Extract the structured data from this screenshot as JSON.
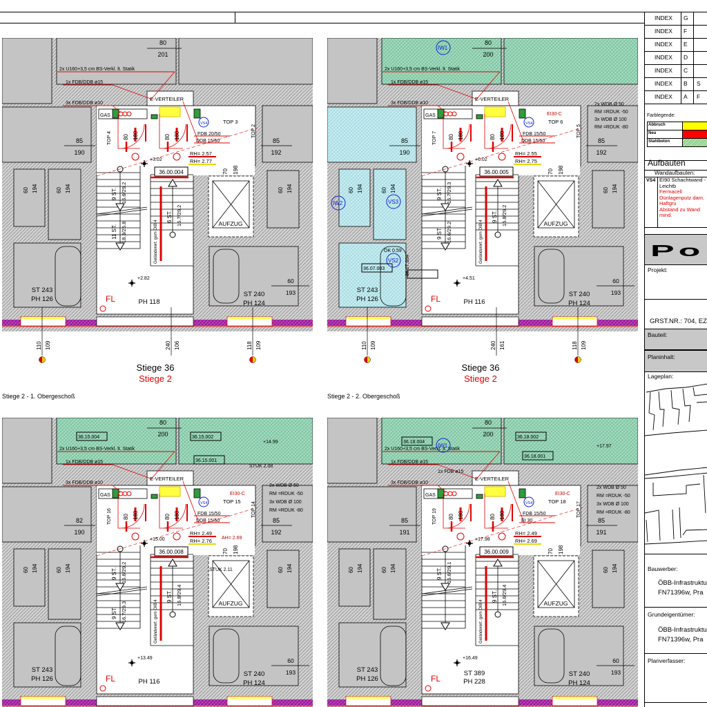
{
  "title_block": {
    "index_rows": [
      {
        "label": "INDEX",
        "letter": "G",
        "text": ""
      },
      {
        "label": "INDEX",
        "letter": "F",
        "text": ""
      },
      {
        "label": "INDEX",
        "letter": "E",
        "text": ""
      },
      {
        "label": "INDEX",
        "letter": "D",
        "text": ""
      },
      {
        "label": "INDEX",
        "letter": "C",
        "text": ""
      },
      {
        "label": "INDEX",
        "letter": "B",
        "text": "S"
      },
      {
        "label": "INDEX",
        "letter": "A",
        "text": "F"
      }
    ],
    "color_legend": {
      "title": "Farblegende:",
      "items": [
        {
          "label": "Abbruch",
          "color": "#ffff00"
        },
        {
          "label": "Neu",
          "color": "#ff0000"
        },
        {
          "label": "Stahlbeton",
          "color": "#8fd08f"
        }
      ]
    },
    "aufbauten": {
      "title": "Aufbauten",
      "subtitle": "Wandaufbauten:",
      "code": "VS4",
      "line1": "EI90 Schachtwand - Leichtb",
      "red_lines": [
        "Fermacell",
        "Dünlagenputz dam. Haftgru",
        "Abstand zu Wand mind."
      ]
    },
    "logo": "Po",
    "projekt_label": "Projekt:",
    "grst": "GRST.NR.: 704, EZ",
    "bauteil_label": "Bauteil:",
    "planinhalt_label": "Planinhalt:",
    "lageplan_label": "Lageplan:",
    "bauwerber_label": "Bauwerber:",
    "bauwerber_lines": [
      "ÖBB-Infrastruktu",
      "FN71396w, Pra"
    ],
    "grundeigentuemer_label": "Grundeigentümer:",
    "grundeigentuemer_lines": [
      "ÖBB-Infrastruktu",
      "FN71396w, Pra"
    ],
    "planverfasser_label": "Planverfasser:"
  },
  "common": {
    "beam": "2x U160+3,5 cm BS-Verkl. lt. Statik",
    "fdb15": "1x FDB/DDB ø15",
    "fdb10": "3x FDB/DDB ø10",
    "verteiler": "E-VERTEILER",
    "gas": "GAS",
    "vs4": "VS4",
    "aufzug": "AUFZUG",
    "fl": "FL",
    "railing": "Geländerert. gem OIB 4",
    "apt_left": [
      "ST 243",
      "PH 126"
    ],
    "apt_right": [
      "ST 240",
      "PH 124"
    ],
    "door_left": [
      "85",
      "190"
    ],
    "door_right": [
      "85",
      "192"
    ],
    "wc": [
      "60",
      "194"
    ],
    "bath": [
      "60",
      "193"
    ],
    "lift_door": [
      "70",
      "198"
    ],
    "doors_hall": [
      "80",
      "180"
    ],
    "stiege_old": "Stiege 36",
    "stiege_new": "Stiege 2"
  },
  "plans": [
    {
      "caption": "Stiege 2 - 1. Obergeschoß",
      "stair_room": [
        "PH 118"
      ],
      "level_hall": "+3.02",
      "level_stair": "+2.82",
      "room_code": "36.00.004",
      "rh": [
        "RH= 2.57",
        "RH= 2.77"
      ],
      "top_left": "TOP 4",
      "top_upper": "TOP 3",
      "top_right": "TOP 2",
      "shaft": [
        "FDB 20/50",
        "DDB 15/50"
      ],
      "flights": [
        [
          "9 ST.",
          "16.6/29.2"
        ],
        [
          "11 ST.",
          "18.3/25.8"
        ],
        [
          "6 ST.",
          "16.7/29.2"
        ]
      ],
      "dims": [
        [
          "110",
          "109"
        ],
        [
          "240",
          "106"
        ],
        [
          "118",
          "109"
        ]
      ],
      "upper_door": [
        "80",
        "201"
      ],
      "extras": [],
      "green": false,
      "cyan": false
    },
    {
      "caption": "Stiege 2 - 2. Obergeschoß",
      "stair_room": [
        "PH 116"
      ],
      "level_hall": "+6.02",
      "level_stair": "+4.51",
      "room_code": "36.00.005",
      "rh": [
        "RH= 2.55",
        "RH= 2.75"
      ],
      "top_left": "TOP 7",
      "top_upper": "TOP 6",
      "top_right": "TOP 5",
      "shaft": [
        "FDB 15/50",
        "DDB 15/50"
      ],
      "flights": [
        [
          "9 ST.",
          "16.7/29.3"
        ],
        [
          "9 ST.",
          "16.6/29.2"
        ],
        [
          "9 ST.",
          "16.8/29.2"
        ]
      ],
      "dims": [
        [
          "110",
          "109"
        ],
        [
          "240",
          "161"
        ],
        [
          "118",
          "109"
        ]
      ],
      "upper_door": [
        "80",
        "200"
      ],
      "extras": [
        "2x WDB Ø 50",
        "RM =RDUK -50",
        "3x WDB Ø 100",
        "RM =RDUK -80",
        "IW2",
        "VS3",
        "VS2",
        "OK 0.59",
        "36.07.004",
        "36.07.003",
        "IW1",
        "EI30-C"
      ],
      "green": true,
      "cyan": true
    },
    {
      "stair_room": [
        "PH 116"
      ],
      "level_hall": "+15.00",
      "level_stair": "+13.49",
      "room_code": "36.00.008",
      "rh": [
        "RH= 2.49",
        "RH= 2.76"
      ],
      "top_left": "TOP 16",
      "top_upper": "TOP 15",
      "top_right": "TOP 14",
      "shaft": [
        "FDB 15/50",
        "DDB 15/50"
      ],
      "flights": [
        [
          "9 ST.",
          "16.6/29.2"
        ],
        [
          "9 ST.",
          "16.7/29.3"
        ],
        [
          "9 ST.",
          "16.8/29.4"
        ]
      ],
      "upper_door": [
        "80",
        "200"
      ],
      "extras": [
        "2x WDB Ø 50",
        "RM =RDUK -50",
        "3x WDB Ø 100",
        "RM =RDUK -80",
        "AH= 2.69",
        "STUK 2.08",
        "STUK 2.11",
        "36.15.004",
        "36.15.001",
        "36.15.002",
        "+14.99",
        "EI30-C"
      ],
      "door_left_override": [
        "82",
        "190"
      ],
      "green": true,
      "cyan": false
    },
    {
      "stair_room": [
        "ST 389",
        "PH 228"
      ],
      "level_hall": "+17.98",
      "level_stair": "+16.49",
      "room_code": "36.00.009",
      "rh": [
        "RH= 2.49",
        "RH= 2.69"
      ],
      "top_left": "TOP 19",
      "top_upper": "TOP 18",
      "top_right": "TOP 17",
      "shaft": [
        "FDB 15/50",
        "EI 30"
      ],
      "flights": [
        [
          "9 ST.",
          "16.6/29.1"
        ],
        [
          "",
          ""
        ],
        [
          "9 ST.",
          "16.6/29.4"
        ]
      ],
      "upper_door": [
        "80",
        "200"
      ],
      "extras": [
        "2x WDB Ø 50",
        "RM =RDUK -50",
        "3x WDB Ø 100",
        "RM =RDUK -80",
        "IW1",
        "36.18.004",
        "36.18.001",
        "36.18.002",
        "+17.97",
        "EI30-C",
        "1x FDB ø15"
      ],
      "door_left_override": [
        "85",
        "191"
      ],
      "door_right_override": [
        "85",
        "191"
      ],
      "green": true,
      "cyan": false
    }
  ]
}
